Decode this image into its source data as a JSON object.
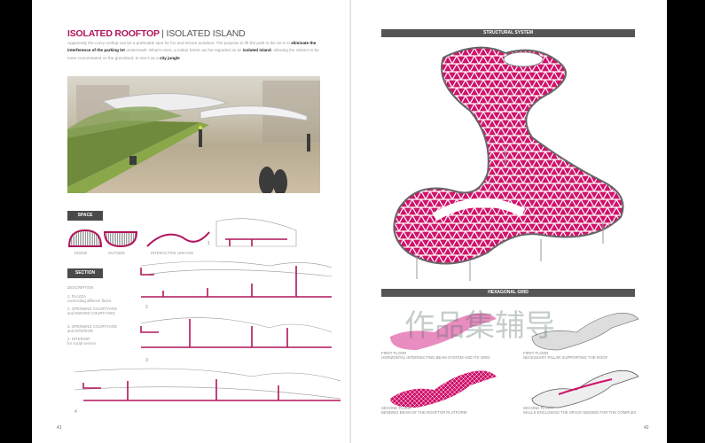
{
  "left_page": {
    "title": "ISOLATED ROOFTOP",
    "separator": "|",
    "subtitle": "ISOLATED ISLAND",
    "intro": {
      "t1": "Apparently the curvy rooftop can be a preferable spot for fun and leisure activities. The purpose to lift the park in the air is to ",
      "b1": "eliminate the interference of the parking lot",
      "t2": " underneath. What's more, a midair forest can be regarded as an ",
      "b2": "isolated island",
      "t3": ", allowing the visitors to be more concentrated on the greenland, to see it as a ",
      "b3": "city jungle"
    },
    "space_label": "SPACE",
    "space_diagrams": [
      "INSIDE",
      "OUTSIDE",
      "INTERACTIVE LINKAGE"
    ],
    "section_label": "SECTION",
    "description_heading": "DESCRIPTION",
    "descriptions": [
      {
        "title": "1. PLAZZA",
        "detail": "connecting different floors"
      },
      {
        "title": "2. OPENNING COURTYARD",
        "detail": "and INWARD COURTYARD"
      },
      {
        "title": "3. OPENNING COURTYARD",
        "detail": "and INTERIOR"
      },
      {
        "title": "4. INTERIOR",
        "detail": "for social service"
      }
    ],
    "section_numbers": [
      "1",
      "2",
      "3",
      "4"
    ],
    "page_number": "41"
  },
  "right_page": {
    "structural_title": "STRUCTURAL SYSTEM",
    "hex_title": "HEXAGONAL GRID",
    "captions": [
      {
        "floor": "FIRST FLOOR",
        "text": "HORIZONTAL INTERSECTING BEAM SYSTEM AND ITS GRID"
      },
      {
        "floor": "FIRST FLOOR",
        "text": "NECESSARY PILLAR SUPPORTING THE ROOF"
      },
      {
        "floor": "SECOND FLOOR",
        "text": "BENDING BEAM OF THE ROOFTOP PLATFORM"
      },
      {
        "floor": "SECOND FLOOR",
        "text": "WALLS ENCLOSING THE SPACE NEEDED FOR THE COMPLEX"
      }
    ],
    "page_number": "42"
  },
  "watermark": "作品集辅导",
  "colors": {
    "accent": "#b0155c",
    "label_bg": "#4a4a4a"
  }
}
